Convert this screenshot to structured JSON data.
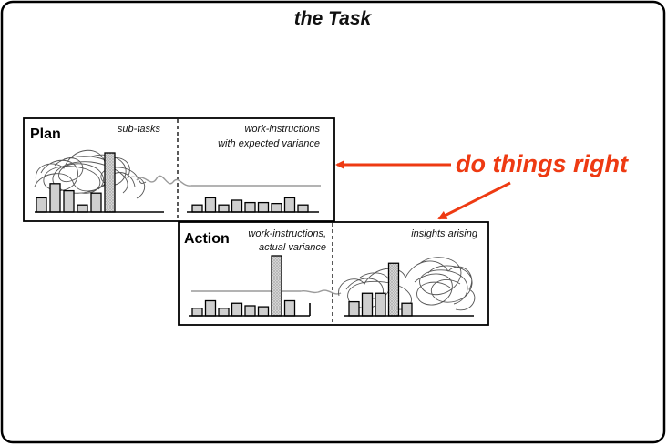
{
  "title": "the Task",
  "plan": {
    "label": "Plan",
    "note_left": "sub-tasks",
    "note_right_line1": "work-instructions",
    "note_right_line2": "with expected variance"
  },
  "action": {
    "label": "Action",
    "note_left_line1": "work-instructions,",
    "note_left_line2": "actual variance",
    "note_right": "insights arising"
  },
  "callout": {
    "text": "do things right",
    "color": "#ee3a12"
  },
  "bars": {
    "plan_subtasks": [
      3,
      6,
      4.5,
      1.5,
      4,
      12.5
    ],
    "plan_work_instructions": [
      1.5,
      3,
      1.5,
      2.5,
      2,
      2,
      1.8,
      3,
      1.5
    ],
    "action_work_instructions": [
      1.5,
      3,
      1.5,
      2.5,
      2,
      1.8,
      12,
      3
    ],
    "action_insights": [
      2.8,
      4.5,
      4.5,
      10.5,
      2.5
    ]
  }
}
